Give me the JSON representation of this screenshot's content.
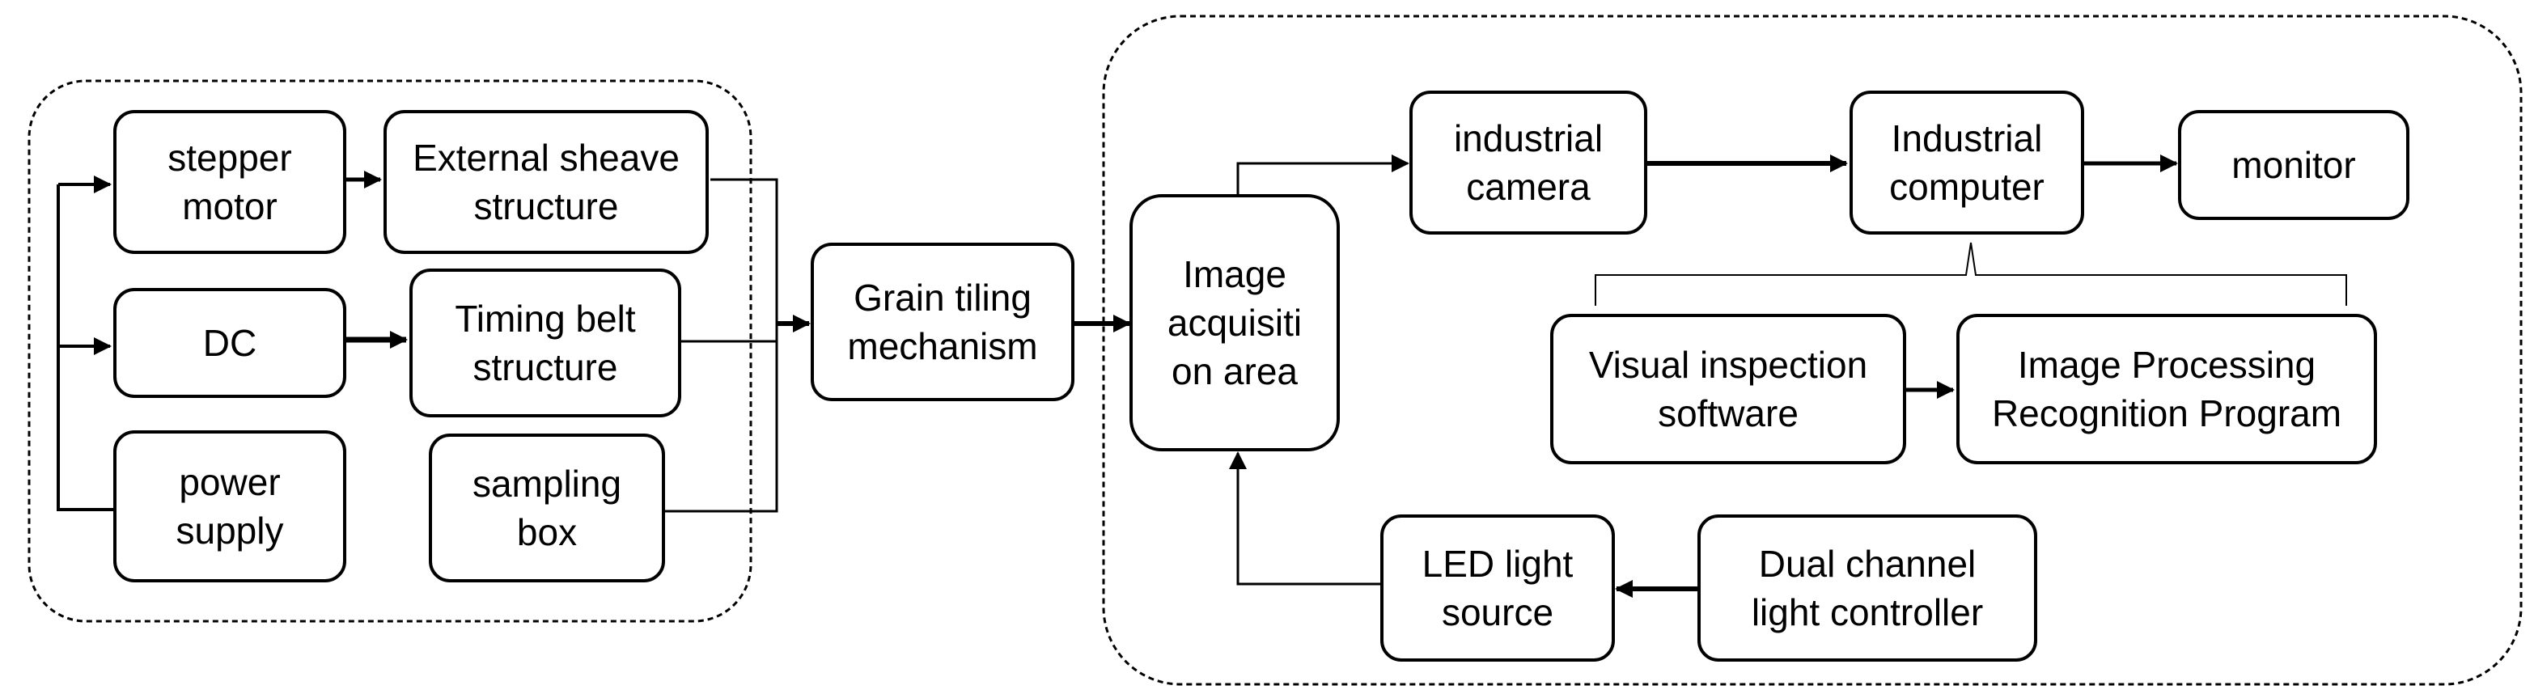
{
  "diagram": {
    "nodes": {
      "stepper_motor": {
        "lines": [
          "stepper",
          "motor"
        ]
      },
      "external_sheave": {
        "lines": [
          "External sheave",
          "structure"
        ]
      },
      "dc": {
        "lines": [
          "DC"
        ]
      },
      "timing_belt": {
        "lines": [
          "Timing belt",
          "structure"
        ]
      },
      "power_supply": {
        "lines": [
          "power",
          "supply"
        ]
      },
      "sampling_box": {
        "lines": [
          "sampling",
          "box"
        ]
      },
      "grain_tiling": {
        "lines": [
          "Grain tiling",
          "mechanism"
        ]
      },
      "image_acquisition": {
        "lines": [
          "Image",
          "acquisiti",
          "on area"
        ]
      },
      "industrial_camera": {
        "lines": [
          "industrial",
          "camera"
        ]
      },
      "industrial_computer": {
        "lines": [
          "Industrial",
          "computer"
        ]
      },
      "monitor": {
        "lines": [
          "monitor"
        ]
      },
      "visual_inspection": {
        "lines": [
          "Visual inspection",
          "software"
        ]
      },
      "image_processing": {
        "lines": [
          "Image Processing",
          "Recognition Program"
        ]
      },
      "led_light": {
        "lines": [
          "LED light",
          "source"
        ]
      },
      "light_controller": {
        "lines": [
          "Dual channel",
          "light controller"
        ]
      }
    }
  }
}
